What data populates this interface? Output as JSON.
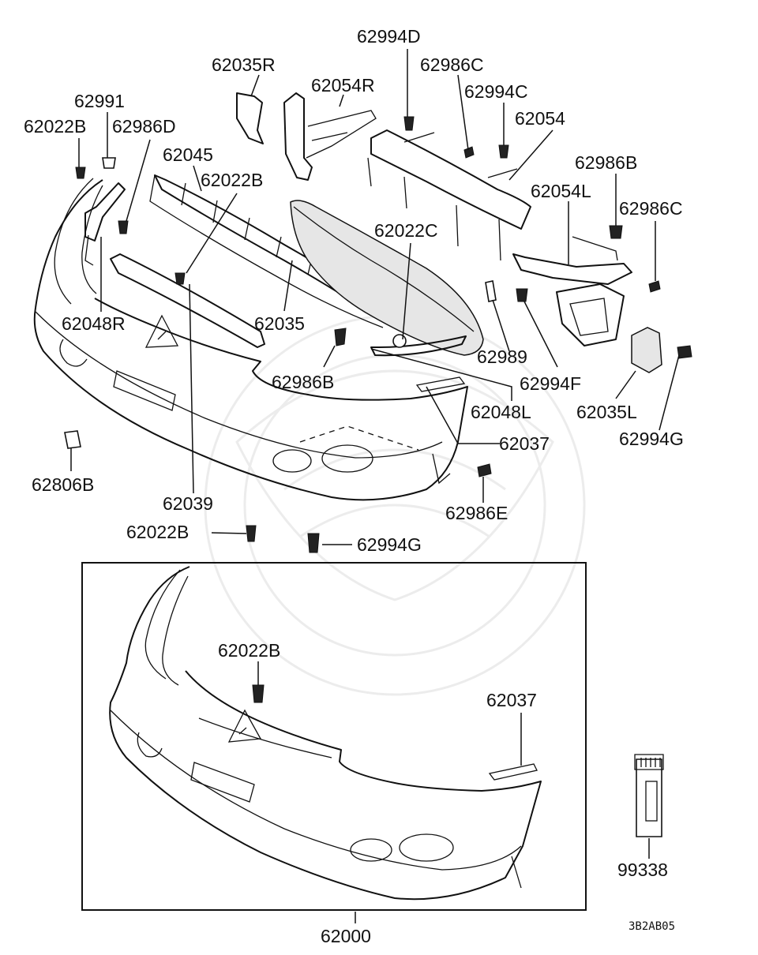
{
  "diagram": {
    "diagram_code": "3B2AB05",
    "labels": {
      "l62994D": "62994D",
      "l62035R": "62035R",
      "l62986C_top": "62986C",
      "l62054R": "62054R",
      "l62994C": "62994C",
      "l62991": "62991",
      "l62054": "62054",
      "l62022B_tl": "62022B",
      "l62986D": "62986D",
      "l62045": "62045",
      "l62986B_r": "62986B",
      "l62022B_m": "62022B",
      "l62054L": "62054L",
      "l62986C_r": "62986C",
      "l62022C": "62022C",
      "l62048R": "62048R",
      "l62035": "62035",
      "l62989": "62989",
      "l62986B_m": "62986B",
      "l62994F": "62994F",
      "l62048L": "62048L",
      "l62035L": "62035L",
      "l62037_top": "62037",
      "l62994G_r": "62994G",
      "l62806B": "62806B",
      "l62986E": "62986E",
      "l62039": "62039",
      "l62022B_b": "62022B",
      "l62994G_b": "62994G",
      "l62022B_box": "62022B",
      "l62037_box": "62037",
      "l99338": "99338",
      "l62000": "62000"
    }
  }
}
